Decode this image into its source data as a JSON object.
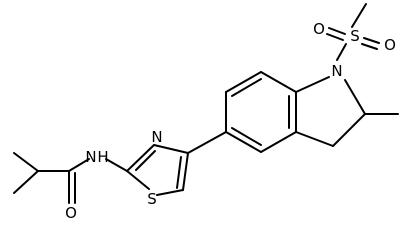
{
  "diagram": {
    "atom_labels": {
      "nh_amide": "N",
      "h_amide": "H",
      "n_thiazole": "N",
      "s_thiazole": "S",
      "o_carbonyl": "O",
      "n_indoline": "N",
      "s_sulfonyl": "S",
      "o_sulfonyl_top": "O",
      "o_sulfonyl_bottom": "O"
    }
  }
}
